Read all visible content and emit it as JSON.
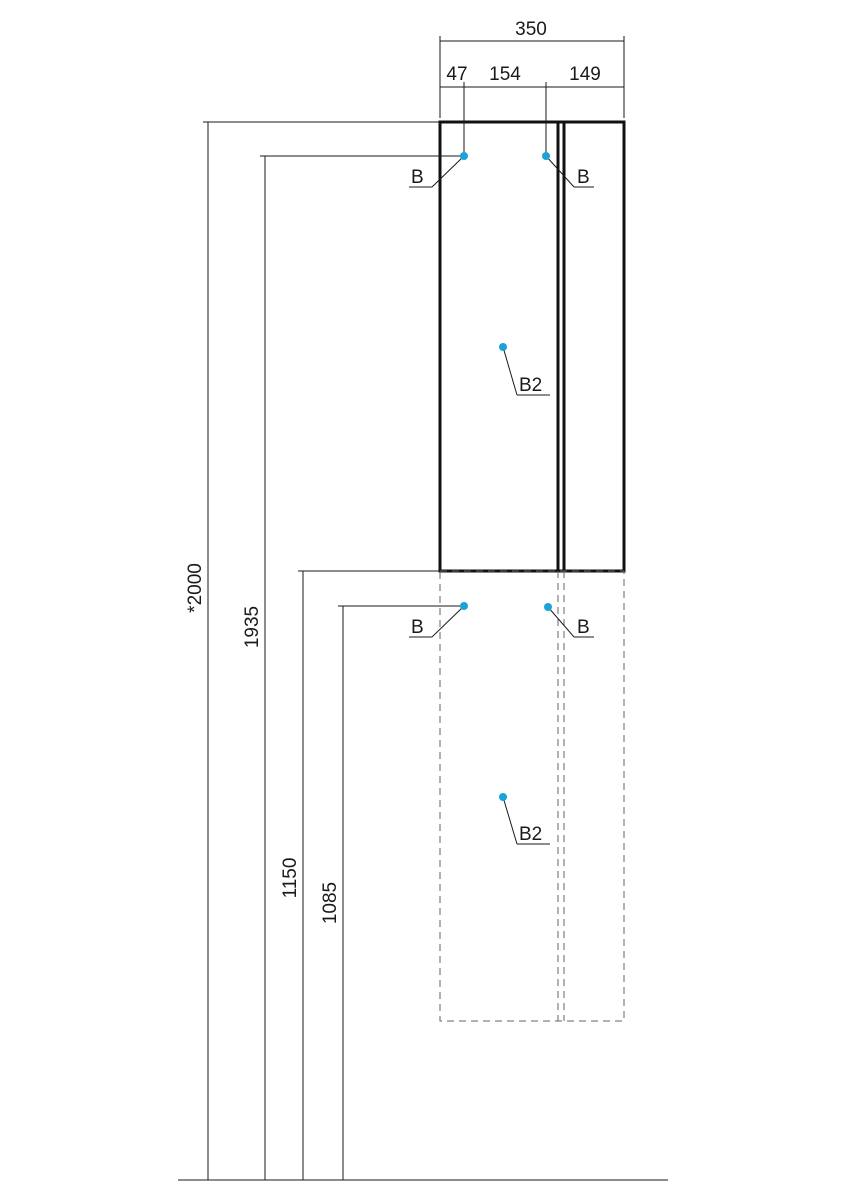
{
  "colors": {
    "line": "#1a1a1a",
    "marker": "#1aa3d6",
    "ghost": "#666666"
  },
  "dimensions": {
    "total_width": "350",
    "segment_a": "47",
    "segment_b": "154",
    "segment_c": "149",
    "height_total": "*2000",
    "height_top_marker": "1935",
    "height_cabinet_bottom": "1150",
    "height_lower_marker": "1085"
  },
  "markers": {
    "upper_left": "B",
    "upper_right": "B",
    "upper_center": "B2",
    "lower_left": "B",
    "lower_right": "B",
    "lower_center": "B2"
  }
}
